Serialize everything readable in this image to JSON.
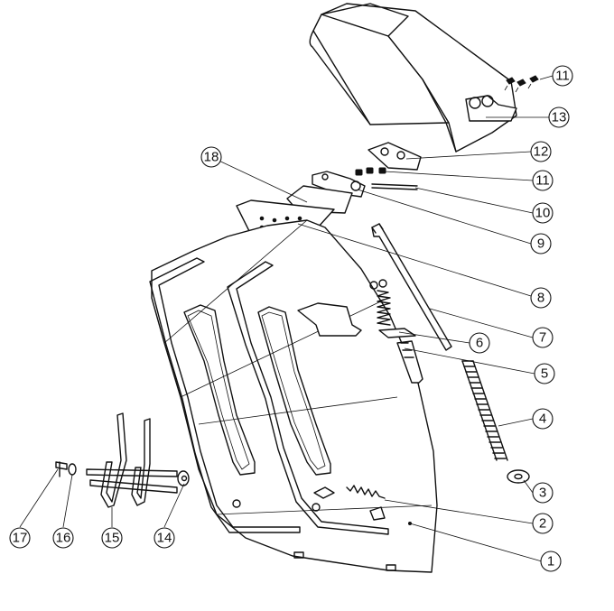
{
  "diagram": {
    "type": "exploded-parts-view",
    "callouts": [
      "1",
      "2",
      "3",
      "4",
      "5",
      "6",
      "7",
      "8",
      "9",
      "10",
      "11",
      "12",
      "13",
      "14",
      "15",
      "16",
      "17",
      "18",
      "11"
    ]
  }
}
